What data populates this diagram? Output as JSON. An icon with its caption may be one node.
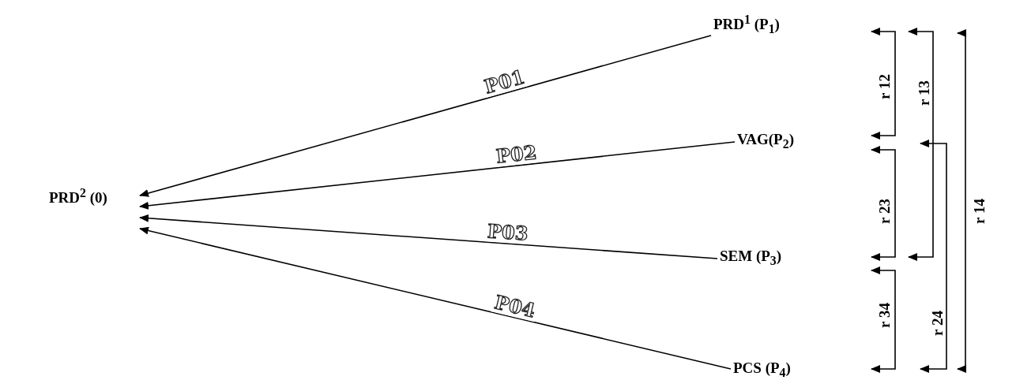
{
  "diagram": {
    "nodes": [
      {
        "text": [
          "PRD$^{2}$ (0)"
        ]
      },
      {
        "text": [
          "PRD$^{1}$ (P$_{1}$)"
        ]
      },
      {
        "text": [
          "VAG(P$_{2}$)"
        ]
      },
      {
        "text": [
          "SEM (P$_{3}$)"
        ]
      },
      {
        "text": [
          "PCS (P$_{4}$)"
        ]
      }
    ],
    "edges": [
      {
        "from": 1,
        "to": 0,
        "arrow": "to",
        "label": "P01"
      },
      {
        "from": 2,
        "to": 0,
        "arrow": "to",
        "label": "P02"
      },
      {
        "from": 3,
        "to": 0,
        "arrow": "to",
        "label": "P03"
      },
      {
        "from": 4,
        "to": 0,
        "arrow": "to",
        "label": "P04"
      }
    ],
    "labels": [
      "r 12",
      "r 13",
      "r 23",
      "r 14",
      "r 34",
      "r 24"
    ]
  }
}
